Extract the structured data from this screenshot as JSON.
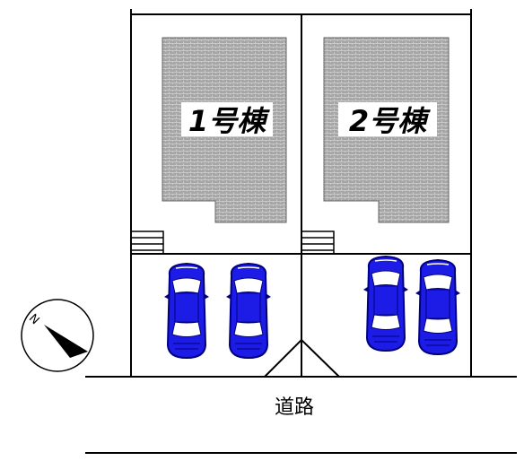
{
  "buildings": [
    {
      "label": "1号棟"
    },
    {
      "label": "2号棟"
    }
  ],
  "road": {
    "label": "道路"
  },
  "compass": {
    "north_label": "N"
  },
  "parking": {
    "cars_per_lot": [
      2,
      2
    ]
  },
  "colors": {
    "building_fill": "#a6a6a6",
    "building_grid": "#c8c8c8",
    "car_body": "#1c1ce6",
    "car_dark": "#000080",
    "line": "#000000"
  }
}
